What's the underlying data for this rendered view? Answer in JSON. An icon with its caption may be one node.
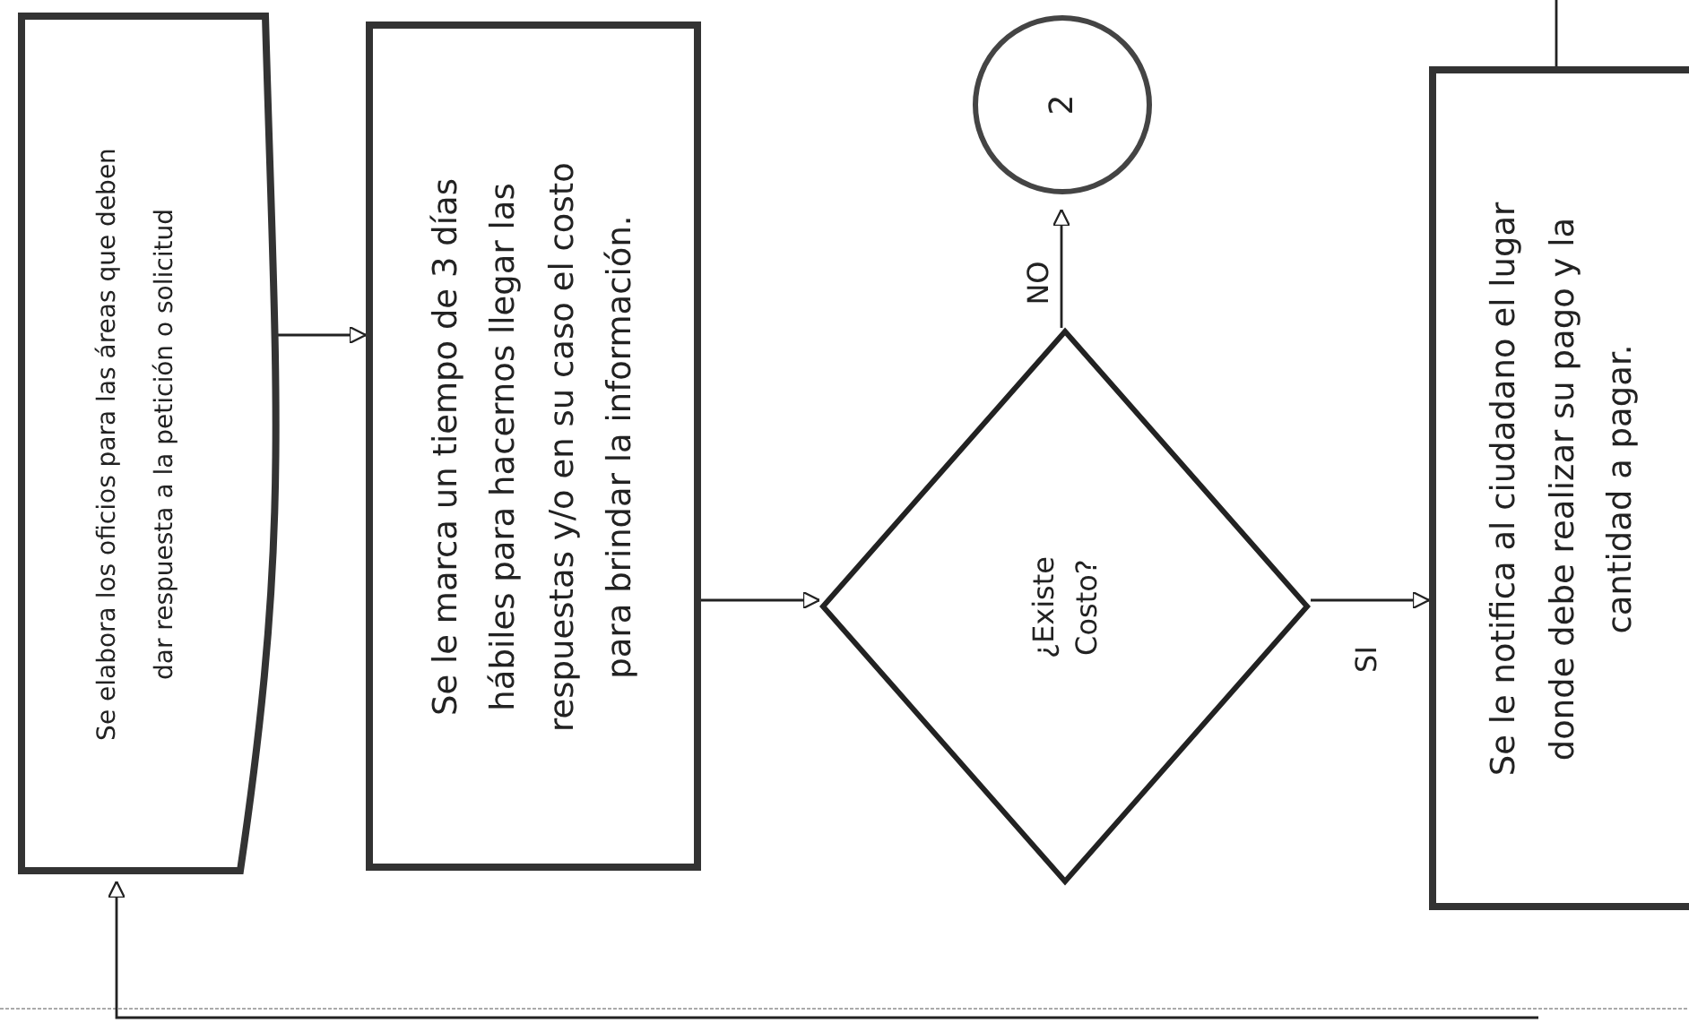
{
  "diagram": {
    "nodes": [
      {
        "text": [
          "Se elabora los oficios para las áreas que deben dar respuesta a la petición o solicitud"
        ]
      },
      {
        "text": [
          "Se le marca un tiempo de 3 días hábiles para hacernos llegar las respuestas y/o en su caso el costo para brindar la información."
        ]
      },
      {
        "text": [
          "¿Existe Costo?"
        ]
      },
      {
        "text": [
          "2"
        ]
      },
      {
        "text": [
          "Se le notifica al ciudadano el lugar donde debe realizar su pago y la cantidad a pagar."
        ]
      }
    ],
    "edges": [
      {
        "from": 0,
        "to": 1,
        "arrow": "to"
      },
      {
        "from": 1,
        "to": 2,
        "arrow": "to"
      },
      {
        "from": 2,
        "to": 3,
        "label": "NO",
        "arrow": "to"
      },
      {
        "from": 2,
        "to": 4,
        "label": "SI",
        "arrow": "to"
      },
      {
        "from": 4,
        "to": null,
        "arrow": "none"
      },
      {
        "from": null,
        "to": 0,
        "arrow": "to"
      }
    ]
  }
}
